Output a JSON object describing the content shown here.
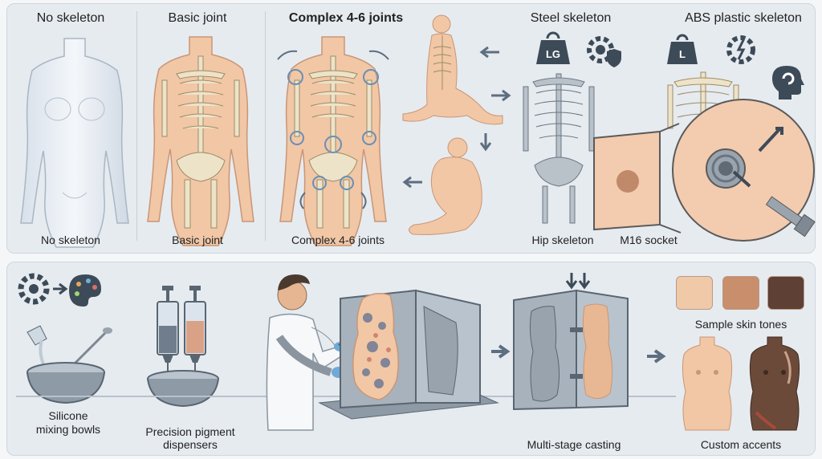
{
  "top": {
    "headers": {
      "no_skeleton": "No skeleton",
      "basic_joint": "Basic joint",
      "complex_joints": "Complex 4-6 joints",
      "steel_skeleton": "Steel skeleton",
      "abs_skeleton": "ABS plastic skeleton"
    },
    "captions": {
      "no_skeleton": "No skeleton",
      "basic_joint": "Basic joint",
      "complex_joints": "Complex 4-6 joints",
      "hip_skeleton": "Hip skeleton",
      "m16_socket": "M16 socket"
    },
    "weight_labels": {
      "steel": "LG",
      "abs": "L"
    }
  },
  "bottom": {
    "captions": {
      "mixing_bowls": "Silicone\nmixing bowls",
      "pigment": "Precision pigment\ndispensers",
      "casting": "Multi-stage casting",
      "skin_tones": "Sample skin tones",
      "accents": "Custom accents"
    },
    "skin_tones": [
      "#f0c9a8",
      "#c98e6c",
      "#5e4034"
    ]
  },
  "colors": {
    "panel": "#e6ebf0",
    "skin": "#f1c7a6",
    "bone": "#ede3c8",
    "steel": "#b9c1c9",
    "arrow": "#5d6e80"
  }
}
